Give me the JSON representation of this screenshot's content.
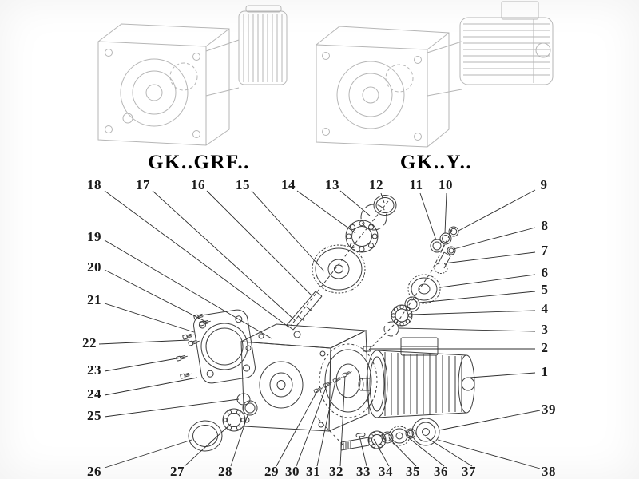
{
  "colors": {
    "faded_drawing": "#b6b6b6",
    "line_art": "#3d3d3d",
    "leader_line": "#2e2e2e",
    "text": "#1b1b1b",
    "background": "#ffffff"
  },
  "titles": {
    "left": "GK..GRF..",
    "right": "GK..Y.."
  },
  "callouts": {
    "1": "1",
    "2": "2",
    "3": "3",
    "4": "4",
    "5": "5",
    "6": "6",
    "7": "7",
    "8": "8",
    "9": "9",
    "10": "10",
    "11": "11",
    "12": "12",
    "13": "13",
    "14": "14",
    "15": "15",
    "16": "16",
    "17": "17",
    "18": "18",
    "19": "19",
    "20": "20",
    "21": "21",
    "22": "22",
    "23": "23",
    "24": "24",
    "25": "25",
    "26": "26",
    "27": "27",
    "28": "28",
    "29": "29",
    "30": "30",
    "31": "31",
    "32": "32",
    "33": "33",
    "34": "34",
    "35": "35",
    "36": "36",
    "37": "37",
    "38": "38",
    "39": "39"
  }
}
